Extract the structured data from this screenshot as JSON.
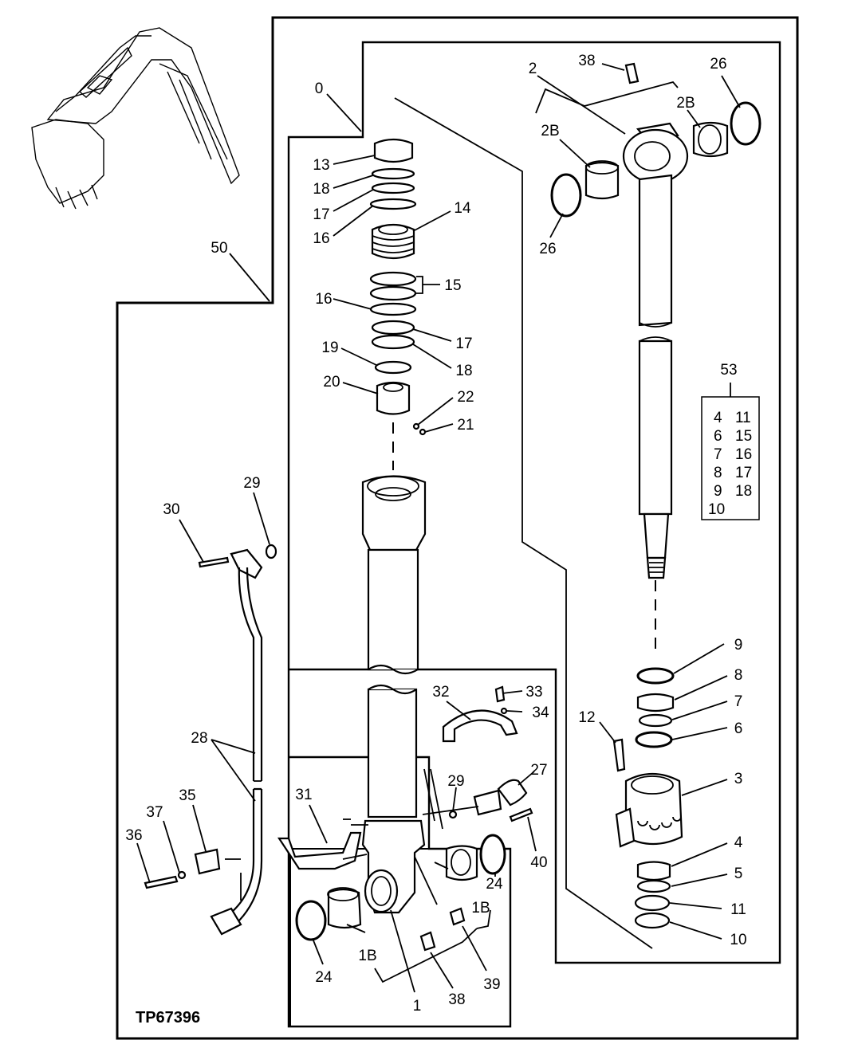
{
  "figure_id": "TP67396",
  "callouts": {
    "c0": "0",
    "c1": "1",
    "c1B_a": "1B",
    "c1B_b": "1B",
    "c2": "2",
    "c2B_a": "2B",
    "c2B_b": "2B",
    "c3": "3",
    "c4": "4",
    "c5": "5",
    "c6": "6",
    "c7": "7",
    "c8": "8",
    "c9": "9",
    "c10": "10",
    "c11": "11",
    "c12": "12",
    "c13": "13",
    "c14": "14",
    "c15": "15",
    "c16_a": "16",
    "c16_b": "16",
    "c17_a": "17",
    "c17_b": "17",
    "c18_a": "18",
    "c18_b": "18",
    "c19": "19",
    "c20": "20",
    "c21": "21",
    "c22": "22",
    "c24_a": "24",
    "c24_b": "24",
    "c26_a": "26",
    "c26_b": "26",
    "c27": "27",
    "c28": "28",
    "c29_a": "29",
    "c29_b": "29",
    "c30": "30",
    "c31": "31",
    "c32": "32",
    "c33": "33",
    "c34": "34",
    "c35": "35",
    "c36": "36",
    "c37": "37",
    "c38_a": "38",
    "c38_b": "38",
    "c39": "39",
    "c40": "40",
    "c50": "50",
    "c53": "53"
  },
  "kit_53": {
    "label": "53",
    "rows": [
      [
        "4",
        "11"
      ],
      [
        "6",
        "15"
      ],
      [
        "7",
        "16"
      ],
      [
        "8",
        "17"
      ],
      [
        "9",
        "18"
      ],
      [
        "10",
        ""
      ]
    ]
  }
}
